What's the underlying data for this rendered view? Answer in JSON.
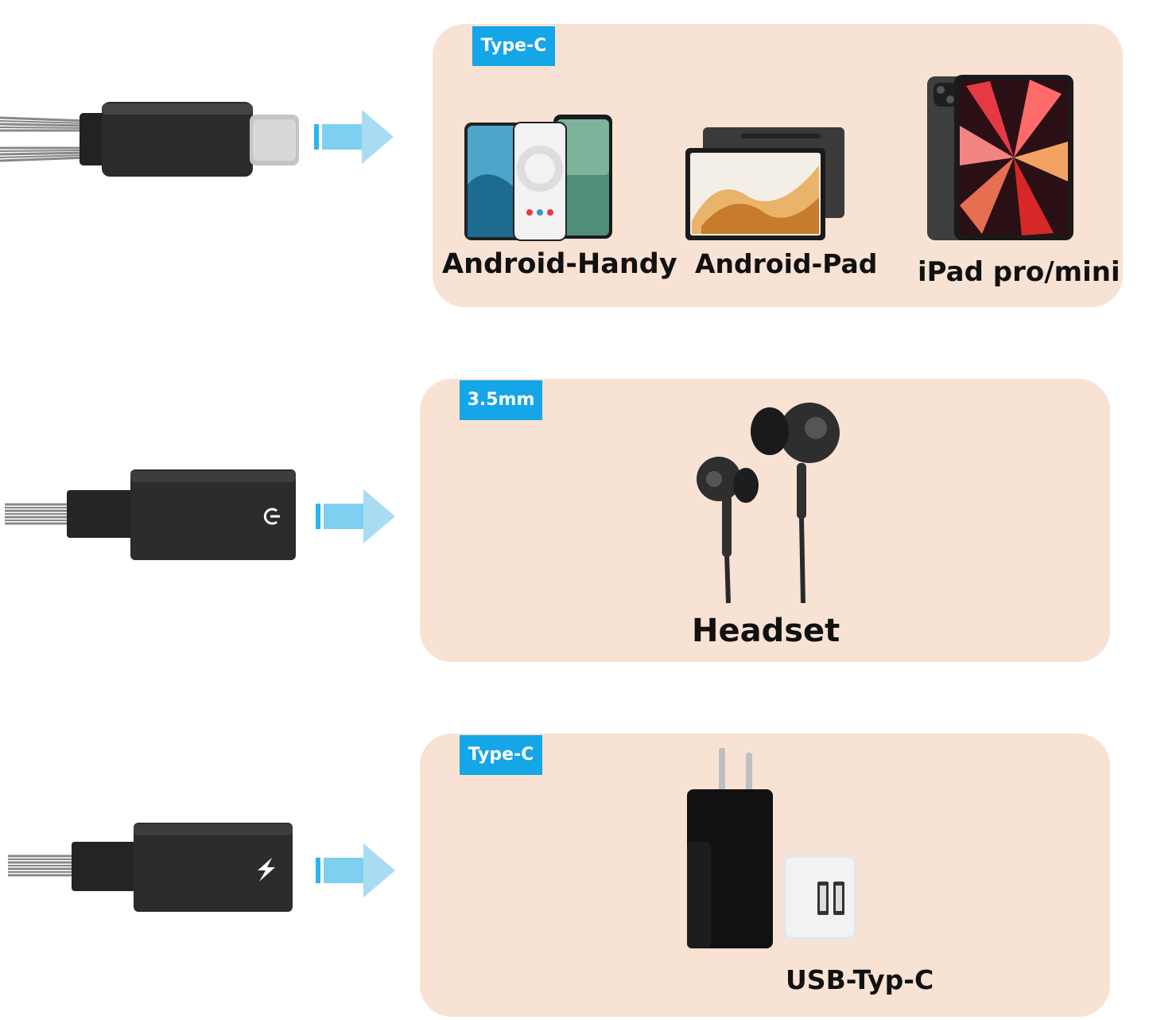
{
  "colors": {
    "panel": "#f8e2d4",
    "badge": "#14a6e6",
    "arrow": "#7fd0f0",
    "connector": "#2a2a2a"
  },
  "rows": [
    {
      "connector_icon": "usb-c-plug-icon",
      "badge": "Type-C",
      "devices": [
        {
          "icon": "smartphones-icon",
          "label": "Android-Handy"
        },
        {
          "icon": "android-tablet-icon",
          "label": "Android-Pad"
        },
        {
          "icon": "ipad-icon",
          "label": "iPad pro/mini"
        }
      ]
    },
    {
      "connector_icon": "headphone-jack-connector-icon",
      "badge": "3.5mm",
      "devices": [
        {
          "icon": "earphones-icon",
          "label": "Headset"
        }
      ]
    },
    {
      "connector_icon": "charging-port-connector-icon",
      "badge": "Type-C",
      "devices": [
        {
          "icon": "wall-charger-icon",
          "label": "USB-Typ-C"
        }
      ]
    }
  ]
}
